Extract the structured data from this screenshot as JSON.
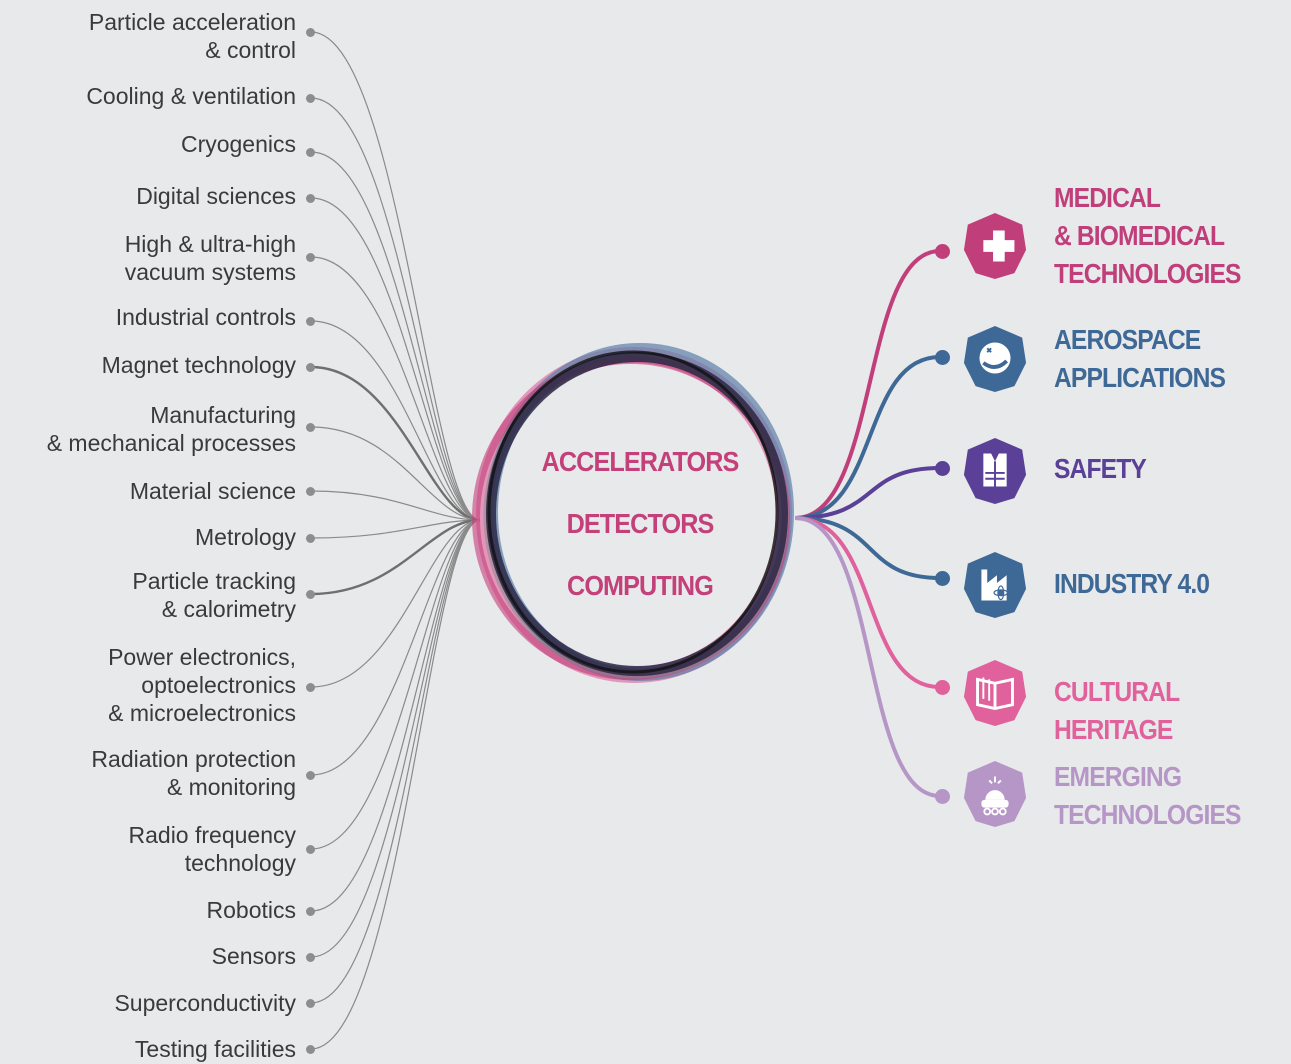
{
  "technologies": [
    {
      "label": "Particle acceleration\n& control"
    },
    {
      "label": "Cooling & ventilation"
    },
    {
      "label": "Cryogenics"
    },
    {
      "label": "Digital sciences"
    },
    {
      "label": "High & ultra-high\nvacuum systems"
    },
    {
      "label": "Industrial controls"
    },
    {
      "label": "Magnet technology"
    },
    {
      "label": "Manufacturing\n& mechanical processes"
    },
    {
      "label": "Material science"
    },
    {
      "label": "Metrology"
    },
    {
      "label": "Particle tracking\n& calorimetry"
    },
    {
      "label": "Power electronics,\noptoelectronics\n& microelectronics"
    },
    {
      "label": "Radiation protection\n& monitoring"
    },
    {
      "label": "Radio frequency\ntechnology"
    },
    {
      "label": "Robotics"
    },
    {
      "label": "Sensors"
    },
    {
      "label": "Superconductivity"
    },
    {
      "label": "Testing facilities"
    }
  ],
  "core": {
    "line1": "ACCELERATORS",
    "line2": "DETECTORS",
    "line3": "COMPUTING",
    "color": "#c4407a"
  },
  "applications": [
    {
      "label": "MEDICAL\n& BIOMEDICAL\nTECHNOLOGIES",
      "color": "#c03f7b",
      "icon": "medical-cross-icon"
    },
    {
      "label": "AEROSPACE\nAPPLICATIONS",
      "color": "#3e6896",
      "icon": "satellite-icon"
    },
    {
      "label": "SAFETY",
      "color": "#5a4096",
      "icon": "safety-vest-icon"
    },
    {
      "label": "INDUSTRY 4.0",
      "color": "#3e6896",
      "icon": "factory-atom-icon"
    },
    {
      "label": "CULTURAL HERITAGE",
      "color": "#e0619c",
      "icon": "open-book-icon"
    },
    {
      "label": "EMERGING\nTECHNOLOGIES",
      "color": "#b596c6",
      "icon": "robot-rover-icon"
    }
  ]
}
